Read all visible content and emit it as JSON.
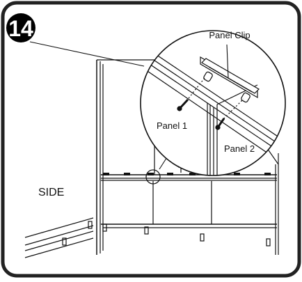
{
  "step": {
    "number": "14"
  },
  "labels": {
    "side": "SIDE",
    "panel_clip": "Panel Clip",
    "panel_1": "Panel 1",
    "panel_2": "Panel 2"
  },
  "colors": {
    "ink": "#111111",
    "frame": "#222222",
    "badge": "#000000",
    "paper": "#ffffff"
  }
}
